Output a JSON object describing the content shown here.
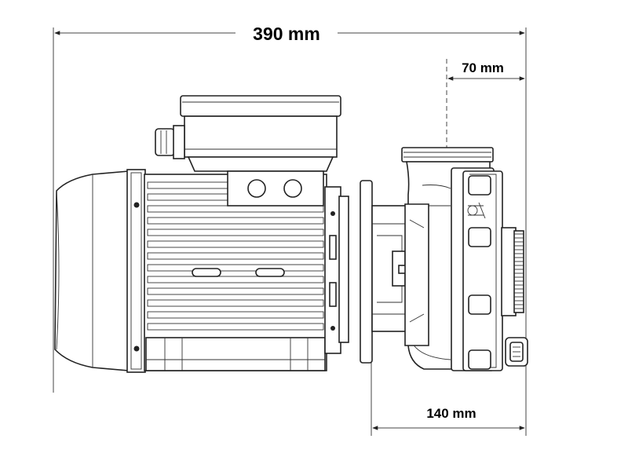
{
  "dimensions": {
    "overall_length": "390 mm",
    "inlet_offset": "70 mm",
    "wet_end_length": "140 mm"
  },
  "colors": {
    "line": "#222222",
    "background": "#ffffff"
  }
}
